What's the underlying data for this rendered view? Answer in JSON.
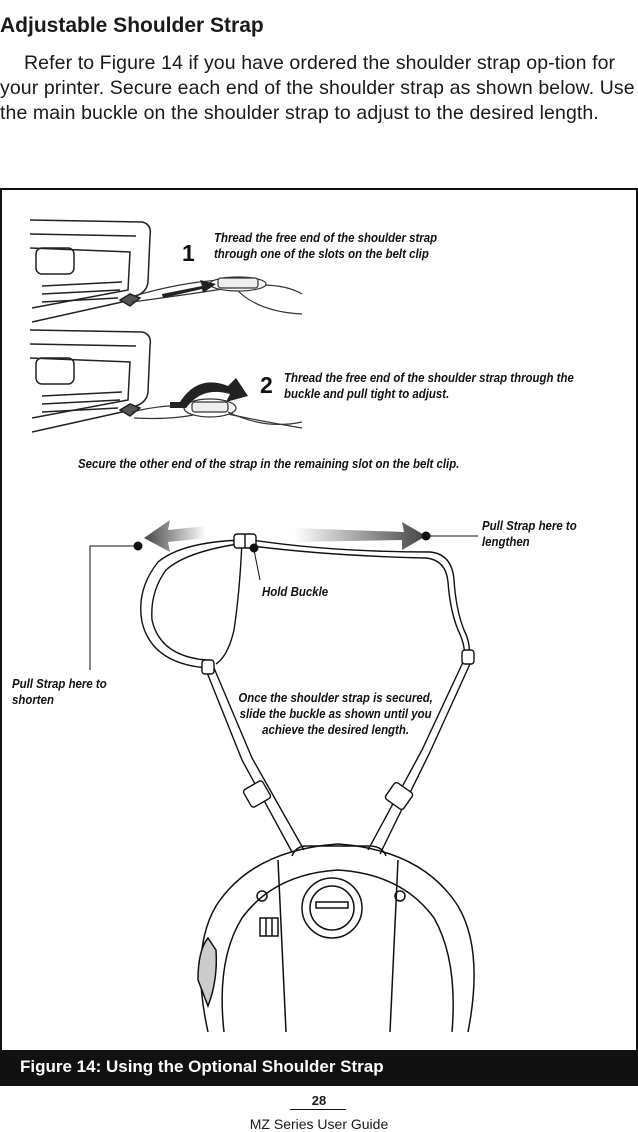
{
  "section": {
    "heading": "Adjustable Shoulder Strap",
    "body": "Refer to Figure 14 if you have ordered the shoulder strap op-tion for your printer. Secure each end of the shoulder strap as shown below. Use the main buckle on the shoulder strap to adjust to the desired length."
  },
  "figure": {
    "step1": {
      "number": "1",
      "text": "Thread the free end of the shoulder strap through one of the slots on the belt clip"
    },
    "step2": {
      "number": "2",
      "text": "Thread the free end of the shoulder strap through the buckle and pull tight to adjust."
    },
    "secure_note": "Secure the other end of the strap in the remaining slot on the belt clip.",
    "pull_lengthen": "Pull Strap here to lengthen",
    "hold_buckle": "Hold Buckle",
    "pull_shorten": "Pull Strap here to shorten",
    "once_secured": "Once the shoulder strap is secured, slide the buckle as shown until you achieve the desired length.",
    "caption": "Figure 14: Using the Optional Shoulder Strap"
  },
  "footer": {
    "page_number": "28",
    "doc_title": "MZ Series User Guide"
  }
}
